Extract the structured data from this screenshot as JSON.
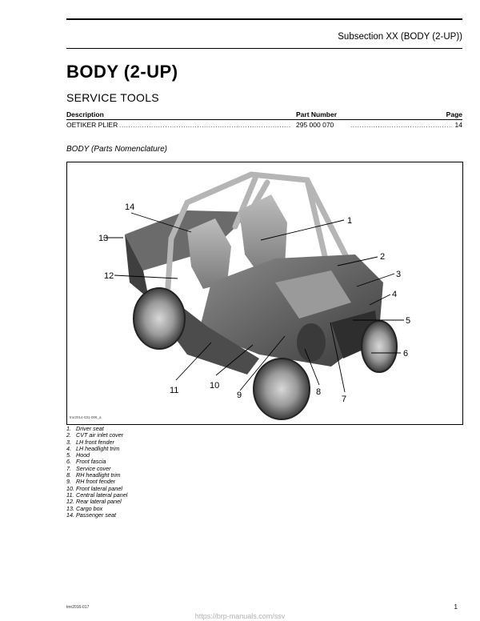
{
  "header": {
    "subsection": "Subsection XX (BODY (2-UP))"
  },
  "page_title": "BODY (2-UP)",
  "section_heading": "SERVICE TOOLS",
  "tools_table": {
    "headers": {
      "description": "Description",
      "part_number": "Part Number",
      "page": "Page"
    },
    "rows": [
      {
        "description": "OETIKER PLIER",
        "part_number": "295 000 070",
        "page": "14"
      }
    ]
  },
  "figure": {
    "caption": "BODY (Parts Nomenclature)",
    "image_id": "tmr2014-031-006_a",
    "callouts": [
      "1",
      "2",
      "3",
      "4",
      "5",
      "6",
      "7",
      "8",
      "9",
      "10",
      "11",
      "12",
      "13",
      "14"
    ],
    "legend": [
      {
        "num": "1.",
        "text": "Driver seat"
      },
      {
        "num": "2.",
        "text": "CVT air inlet cover"
      },
      {
        "num": "3.",
        "text": "LH front fender"
      },
      {
        "num": "4.",
        "text": "LH headlight trim"
      },
      {
        "num": "5.",
        "text": "Hood"
      },
      {
        "num": "6.",
        "text": "Front fascia"
      },
      {
        "num": "7.",
        "text": "Service cover"
      },
      {
        "num": "8.",
        "text": "RH headlight trim"
      },
      {
        "num": "9.",
        "text": "RH front fender"
      },
      {
        "num": "10.",
        "text": "Front lateral panel"
      },
      {
        "num": "11.",
        "text": "Central lateral panel"
      },
      {
        "num": "12.",
        "text": "Rear lateral panel"
      },
      {
        "num": "13.",
        "text": "Cargo box"
      },
      {
        "num": "14.",
        "text": "Passenger seat"
      }
    ]
  },
  "footer": {
    "doc_code": "tmr2016-017",
    "page_number": "1",
    "watermark": "https://brp-manuals.com/ssv"
  }
}
